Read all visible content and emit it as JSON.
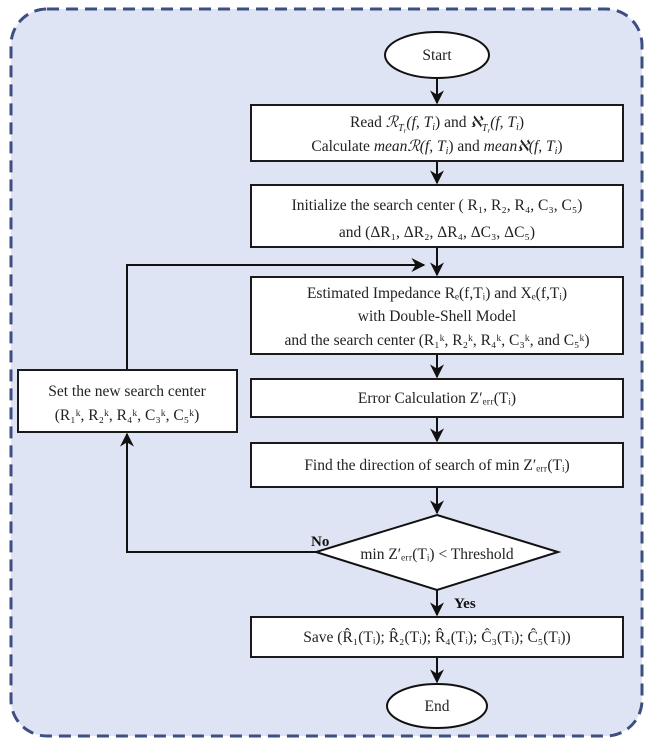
{
  "diagram": {
    "type": "flowchart",
    "colors": {
      "panel_fill": "#dfe4f4",
      "panel_border": "#3d4f82",
      "node_fill": "#ffffff",
      "stroke": "#111111"
    },
    "nodes": {
      "start": {
        "label": "Start"
      },
      "read": {
        "line1": "Read  ℛ_{T_r}(f,T_i) and  ℵ_{T_r}(f,T_i)",
        "line1_parts": [
          "Read ",
          "ℛ",
          "T",
          "r",
          "(f,T",
          "i",
          ")",
          " and ",
          "ℵ",
          "T",
          "r",
          "(f,T",
          "i",
          ")"
        ],
        "line2": "Calculate  meanℛ(f,T_i) and  meanℵ(f,T_i)"
      },
      "init": {
        "line1": "Initialize the search center ( R₁, R₂, R₄, C₃, C₅)",
        "line2": "and  (ΔR₁, ΔR₂, ΔR₄, ΔC₃, ΔC₅)"
      },
      "estimate": {
        "line1": "Estimated Impedance  Rₑ(f,Tᵢ) and  Xₑ(f,Tᵢ)",
        "line2": "with Double-Shell Model",
        "line3": "and the search center  (R₁ᵏ, R₂ᵏ, R₄ᵏ, C₃ᵏ, and C₅ᵏ)"
      },
      "error": {
        "label": "Error Calculation  Z′ₑᵣᵣ(Tᵢ)"
      },
      "direction": {
        "label": "Find the direction of search of min Z′ₑᵣᵣ(Tᵢ)"
      },
      "decision": {
        "label": "min  Z′ₑᵣᵣ(Tᵢ)  < Threshold"
      },
      "new_center": {
        "line1": "Set the new search center",
        "line2": "(R₁ᵏ, R₂ᵏ, R₄ᵏ, C₃ᵏ, C₅ᵏ)"
      },
      "save": {
        "label": "Save  (R̂₁(Tᵢ); R̂₂(Tᵢ); R̂₄(Tᵢ); Ĉ₃(Tᵢ); Ĉ₅(Tᵢ))"
      },
      "end": {
        "label": "End"
      }
    },
    "edge_labels": {
      "no": "No",
      "yes": "Yes"
    },
    "edges": [
      [
        "start",
        "read"
      ],
      [
        "read",
        "init"
      ],
      [
        "init",
        "estimate"
      ],
      [
        "estimate",
        "error"
      ],
      [
        "error",
        "direction"
      ],
      [
        "direction",
        "decision"
      ],
      [
        "decision",
        "save",
        "Yes"
      ],
      [
        "decision",
        "new_center",
        "No"
      ],
      [
        "new_center",
        "estimate"
      ],
      [
        "save",
        "end"
      ]
    ]
  }
}
